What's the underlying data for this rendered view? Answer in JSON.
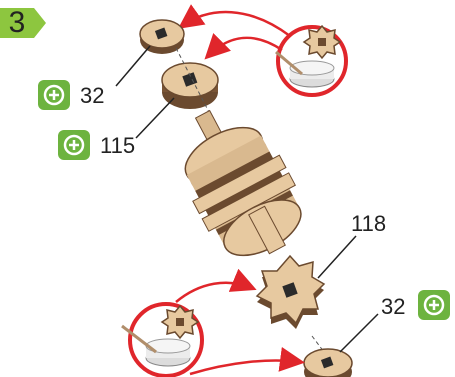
{
  "step": {
    "number": "3"
  },
  "callouts": [
    {
      "id": "a",
      "label": "32",
      "has_add_icon": true
    },
    {
      "id": "b",
      "label": "115",
      "has_add_icon": true
    },
    {
      "id": "c",
      "label": "118",
      "has_add_icon": false
    },
    {
      "id": "d",
      "label": "32",
      "has_add_icon": true
    }
  ],
  "colors": {
    "step_badge": "#8dc63f",
    "add_icon_bg": "#6db33f",
    "arrow": "#e0262b",
    "wood": "#e7c9a0",
    "wood_dark_layer": "#6b4a2f",
    "glue_bottle_ring": "#e0262b"
  },
  "icons": [
    "add-part-icon",
    "glue-icon",
    "arrow-icon"
  ]
}
